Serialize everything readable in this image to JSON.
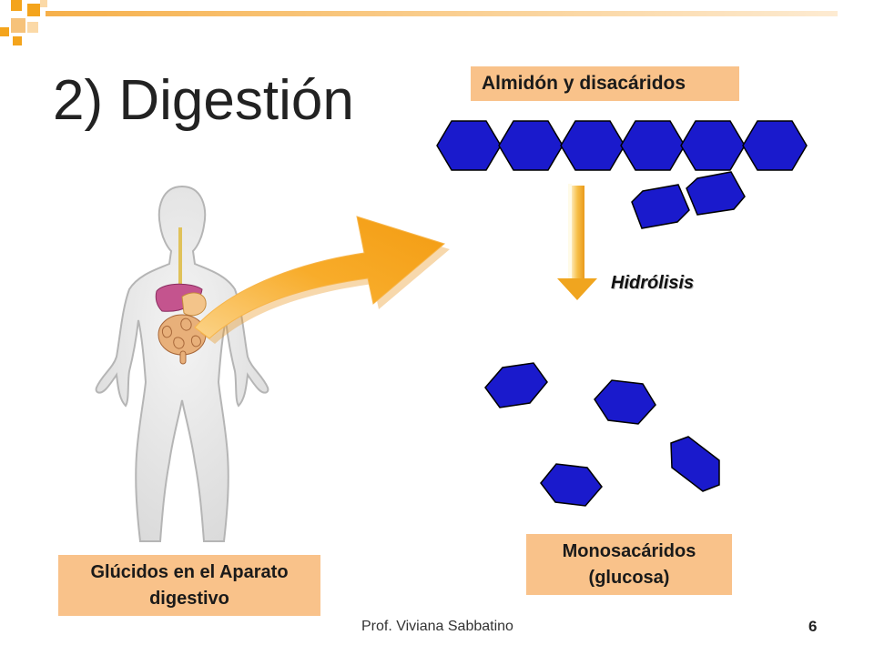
{
  "slide": {
    "title": "2) Digestión",
    "starch_label": "Almidón y disacáridos",
    "process_label": "Hidrólisis",
    "mono_label_line1": "Monosacáridos",
    "mono_label_line2": "(glucosa)",
    "glucids_label_line1": "Glúcidos en el Aparato",
    "glucids_label_line2": "digestivo",
    "footer": "Prof. Viviana Sabbatino",
    "page_number": "6"
  },
  "colors": {
    "hexagon_fill": "#1a1acc",
    "label_box": "#f9c28a",
    "arrow_orange": "#f7a21b",
    "down_arrow": "#f5b63a",
    "corner_squares": "#f4a41c"
  }
}
